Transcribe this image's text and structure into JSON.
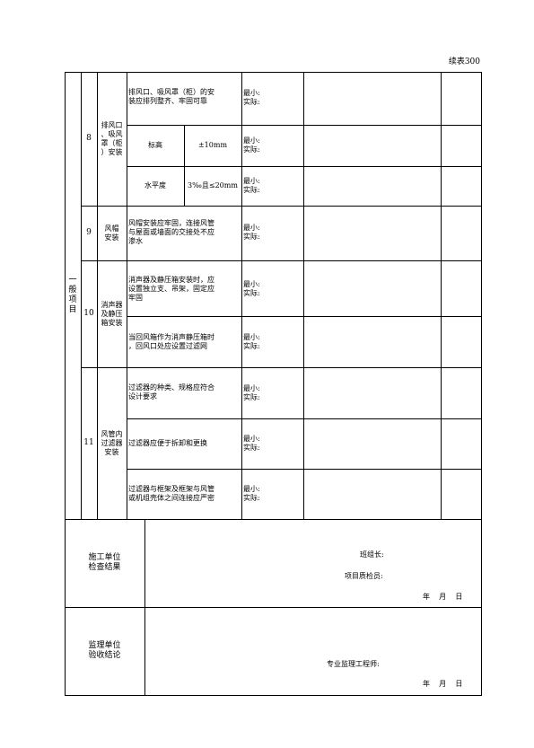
{
  "header": {
    "continuation": "续表300"
  },
  "section": {
    "category_chars": [
      "一",
      "般",
      "项",
      "目"
    ]
  },
  "placeholders": {
    "min": "最小:",
    "actual": "实际:"
  },
  "items": [
    {
      "no": "8",
      "name": "排风口、吸风罩（柜）安装",
      "name_lines": [
        "排风口",
        "、吸风",
        "罩（柜",
        "）安装"
      ],
      "checks": [
        {
          "text_lines": [
            "排风口、吸风罩（柜）的安",
            "装应排列整齐、牢固可靠"
          ]
        },
        {
          "label": "标高",
          "value": "±10mm"
        },
        {
          "label": "水平度",
          "value": "3‰且≤20mm"
        }
      ]
    },
    {
      "no": "9",
      "name_lines": [
        "风帽",
        "安装"
      ],
      "checks": [
        {
          "text_lines": [
            "风帽安装应牢固，连接风管",
            "与屋面或墙面的交接处不应",
            "渗水"
          ]
        }
      ]
    },
    {
      "no": "10",
      "name_lines": [
        "消声器",
        "及静压",
        "箱安装"
      ],
      "checks": [
        {
          "text_lines": [
            "消声器及静压箱安装时，应",
            "设置独立支、吊架，固定应",
            "牢固"
          ]
        },
        {
          "text_lines": [
            "当回风箱作为消声静压箱时",
            "，回风口处应设置过滤网"
          ]
        }
      ]
    },
    {
      "no": "11",
      "name_lines": [
        "风管内",
        "过滤器",
        "安装"
      ],
      "checks": [
        {
          "text_lines": [
            "过滤器的种类、规格应符合",
            "设计要求"
          ]
        },
        {
          "text_lines": [
            "过滤器应便于拆卸和更换"
          ]
        },
        {
          "text_lines": [
            "过滤器与框架及框架与风管",
            "或机组壳体之间连接应严密"
          ]
        }
      ]
    }
  ],
  "construction": {
    "label_lines": [
      "施工单位",
      "检查结果"
    ],
    "team_leader": "班组长:",
    "inspector": "项目质检员:",
    "date": "年    月    日"
  },
  "supervision": {
    "label_lines": [
      "监理单位",
      "验收结论"
    ],
    "engineer": "专业监理工程师:",
    "date": "年    月    日"
  }
}
